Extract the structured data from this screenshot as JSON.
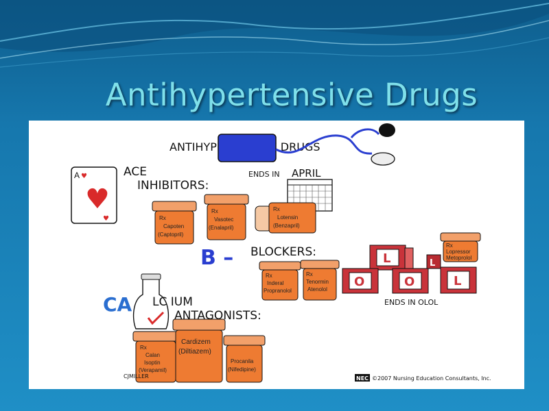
{
  "slide": {
    "title": "Antihypertensive Drugs",
    "colors": {
      "background": "#1677ad",
      "title": "#7fe0ea",
      "bottle": "#ee7b32",
      "block": "#c9333a"
    }
  },
  "figure": {
    "header": "ANTIHYPERTENSIVE   DRUGS",
    "ace": {
      "title_line1": "ACE",
      "title_line2": "INHIBITORS:",
      "card_rank": "A",
      "mnemonic_prefix": "ENDS IN",
      "mnemonic_word": "APRIL",
      "bottles": [
        {
          "rx": "Rx",
          "line1": "Capoten",
          "line2": "(Captopril)"
        },
        {
          "rx": "Rx",
          "line1": "Vasotec",
          "line2": "(Enalapril)"
        },
        {
          "rx": "Rx",
          "line1": "Lotensin",
          "line2": "(Benzapril)"
        }
      ]
    },
    "beta": {
      "title_prefix": "B –",
      "title": "BLOCKERS:",
      "bottles": [
        {
          "rx": "Rx",
          "line1": "Inderal",
          "line2": "Propranolol"
        },
        {
          "rx": "Rx",
          "line1": "Tenormin",
          "line2": "Atenolol"
        },
        {
          "rx": "Rx",
          "line1": "Lopressor",
          "line2": "Metoprolol"
        }
      ],
      "blocks": [
        "L",
        "O",
        "O",
        "L",
        "L"
      ],
      "mnemonic": "ENDS IN OLOL"
    },
    "calcium": {
      "title_ca": "CA",
      "title_rest": "LC IUM",
      "title_line2": "ANTAGONISTS:",
      "bottles": [
        {
          "rx": "Rx",
          "line1": "Calan",
          "line2": "Isoptin",
          "line3": "(Verapamil)"
        },
        {
          "rx": "",
          "line1": "Cardizem",
          "line2": "(Diltiazem)",
          "line3": ""
        },
        {
          "rx": "",
          "line1": "Procanila",
          "line2": "(Nifedipine)",
          "line3": ""
        }
      ]
    },
    "signature": "CJMILLER",
    "copyright_logo": "NEC",
    "copyright": "©2007 Nursing Education Consultants, Inc."
  }
}
